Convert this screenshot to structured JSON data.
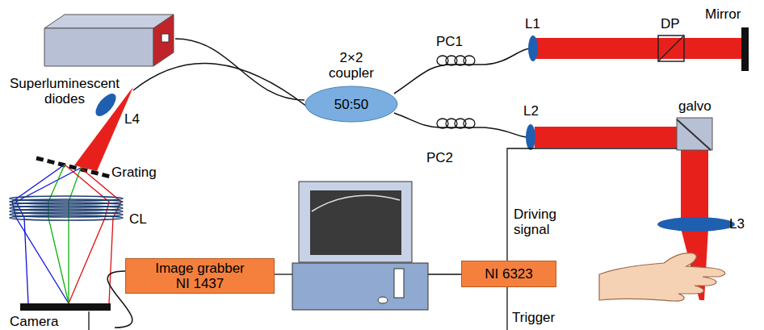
{
  "diagram": {
    "nodes": [
      {
        "text": [
          "Superluminescent diodes"
        ]
      },
      {
        "text": [
          "2×2 coupler",
          "50:50"
        ]
      },
      {
        "text": [
          "Camera"
        ]
      },
      {
        "text": [
          "Image grabber NI 1437"
        ]
      },
      {
        "text": [
          "NI 6323"
        ]
      }
    ],
    "edges": [
      {
        "from": 0,
        "to": 1,
        "arrow": "none"
      },
      {
        "from": 2,
        "to": 3,
        "arrow": "none"
      }
    ],
    "labels": [
      "PC1",
      "PC2",
      "L1",
      "DP",
      "Mirror",
      "L2",
      "galvo",
      "L3",
      "L4",
      "Grating",
      "CL",
      "Driving signal",
      "Trigger"
    ]
  }
}
